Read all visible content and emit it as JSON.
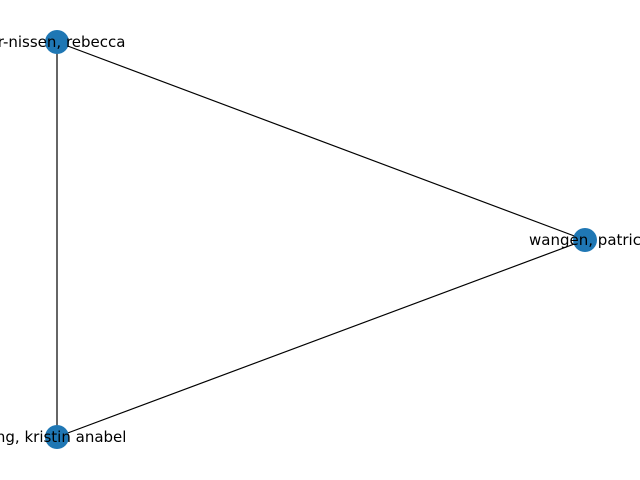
{
  "colors": {
    "node": "#1f77b4",
    "edge": "#000000",
    "label": "#000000",
    "background": "#ffffff"
  },
  "graph": {
    "nodes": [
      {
        "id": "rebecca",
        "label": "er-nissen, rebecca"
      },
      {
        "id": "patrick",
        "label": "wangen, patric"
      },
      {
        "id": "kristin",
        "label": "ling, kristin anabel"
      }
    ],
    "edges": [
      [
        "rebecca",
        "patrick"
      ],
      [
        "rebecca",
        "kristin"
      ],
      [
        "kristin",
        "patrick"
      ]
    ]
  }
}
